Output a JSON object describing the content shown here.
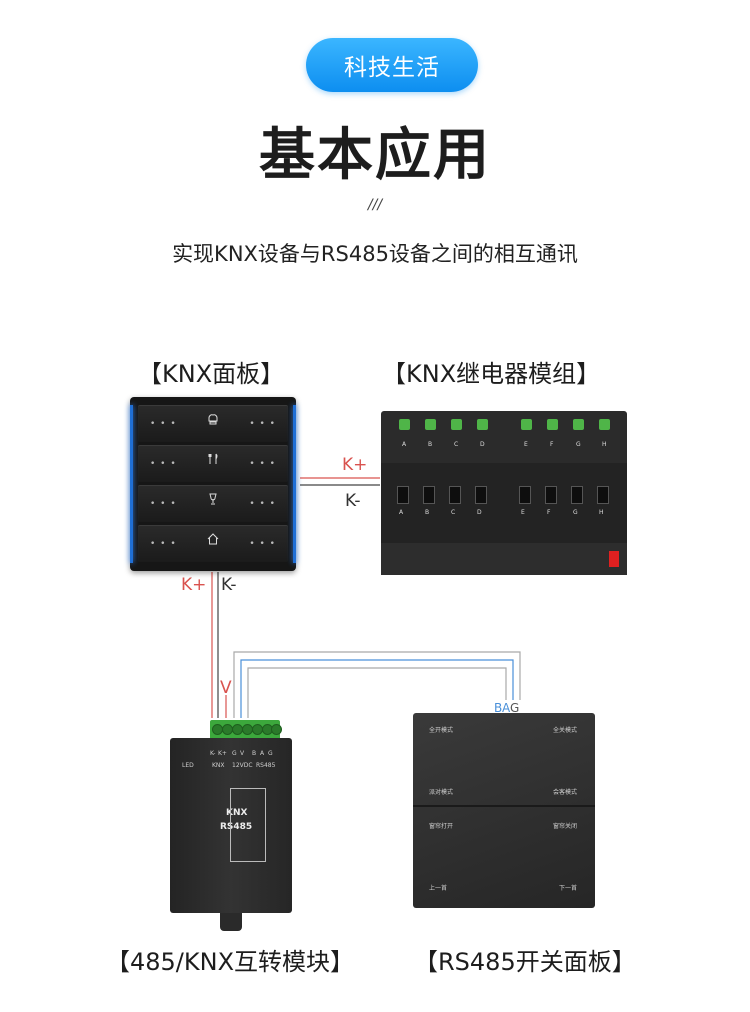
{
  "header": {
    "pill": "科技生活",
    "title": "基本应用",
    "slashes": "///",
    "subtitle": "实现KNX设备与RS485设备之间的相互通讯"
  },
  "captions": {
    "knx_panel": "【KNX面板】",
    "knx_relay": "【KNX继电器模组】",
    "converter": "【485/KNX互转模块】",
    "rs485_panel": "【RS485开关面板】"
  },
  "wires": {
    "panel_relay_plus": "K+",
    "panel_relay_minus": "K-",
    "panel_down_plus": "K+",
    "panel_down_minus": "K-",
    "converter_v": "V",
    "rs485_b": "B",
    "rs485_a": "A",
    "rs485_g": "G"
  },
  "colors": {
    "pill": "#0d8ef0",
    "wire_red": "#d9534f",
    "wire_black": "#444444",
    "wire_blue": "#4a90d9",
    "wire_grey": "#a9a9a9"
  },
  "knx_panel": {
    "buttons": [
      {
        "icon": "chef-hat-icon"
      },
      {
        "icon": "fork-knife-icon"
      },
      {
        "icon": "wine-glass-icon"
      },
      {
        "icon": "home-icon"
      }
    ]
  },
  "relay": {
    "top_channels": [
      "A",
      "B",
      "C",
      "D",
      "E",
      "F",
      "G",
      "H"
    ],
    "switch_channels": [
      "A",
      "B",
      "C",
      "D",
      "E",
      "F",
      "G",
      "H"
    ]
  },
  "converter": {
    "terminal_labels": [
      "KNX",
      "12VDC",
      "RS485"
    ],
    "terminal_pins": [
      "K-",
      "K+",
      "G",
      "V",
      "B",
      "A",
      "G"
    ],
    "led": "LED",
    "title_top": "KNX",
    "title_bottom": "RS485"
  },
  "rs485_panel": {
    "labels": [
      "全开模式",
      "全关模式",
      "派对模式",
      "会客模式",
      "窗帘打开",
      "窗帘关闭",
      "上一首",
      "下一首"
    ]
  }
}
